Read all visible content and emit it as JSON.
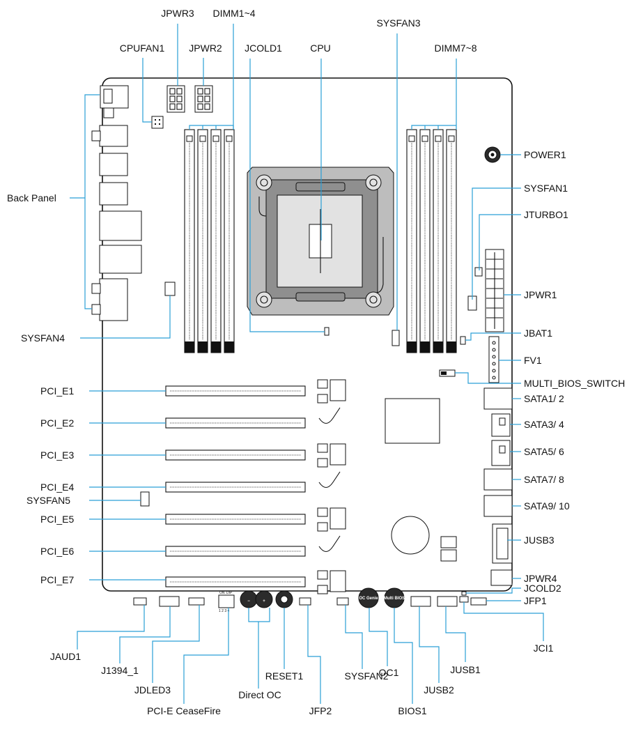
{
  "labels": {
    "jpwr3": "JPWR3",
    "dimm1_4": "DIMM1~4",
    "sysfan3": "SYSFAN3",
    "cpufan1": "CPUFAN1",
    "jpwr2": "JPWR2",
    "jcold1": "JCOLD1",
    "cpu": "CPU",
    "dimm7_8": "DIMM7~8",
    "power1": "POWER1",
    "back_panel": "Back  Panel",
    "sysfan1": "SYSFAN1",
    "jturbo1": "JTURBO1",
    "jpwr1": "JPWR1",
    "sysfan4": "SYSFAN4",
    "jbat1": "JBAT1",
    "fv1": "FV1",
    "multi_bios_switch": "MULTI_BIOS_SWITCH",
    "pci_e1": "PCI_E1",
    "sata1_2": "SATA1/ 2",
    "pci_e2": "PCI_E2",
    "sata3_4": "SATA3/ 4",
    "pci_e3": "PCI_E3",
    "sata5_6": "SATA5/ 6",
    "pci_e4": "PCI_E4",
    "sata7_8": "SATA7/ 8",
    "sysfan5": "SYSFAN5",
    "pci_e5": "PCI_E5",
    "sata9_10": "SATA9/ 10",
    "pci_e6": "PCI_E6",
    "jusb3": "JUSB3",
    "pci_e7": "PCI_E7",
    "jpwr4": "JPWR4",
    "jcold2": "JCOLD2",
    "jfp1": "JFP1",
    "jci1": "JCI1",
    "jaud1": "JAUD1",
    "j1394_1": "J1394_1",
    "reset1": "RESET1",
    "oc1": "OC1",
    "jusb1": "JUSB1",
    "jdled3": "JDLED3",
    "direct_oc": "Direct OC",
    "sysfan2": "SYSFAN2",
    "jusb2": "JUSB2",
    "pcie_ceasefire": "PCI-E CeaseFire",
    "jfp2": "JFP2",
    "bios1": "BIOS1"
  },
  "board_text": {
    "oc_genie_button": "OC Genie",
    "multi_bios_button": "Multi BIOS",
    "plus_button": "+",
    "minus_button": "−",
    "dip_on": "ON",
    "dip_dip": "DIP",
    "dip_numbers": "1 2 3 4"
  },
  "colors": {
    "leader_lines": "#2a9fd6",
    "outline": "#111111",
    "socket_grey": "#bdbdbd"
  }
}
